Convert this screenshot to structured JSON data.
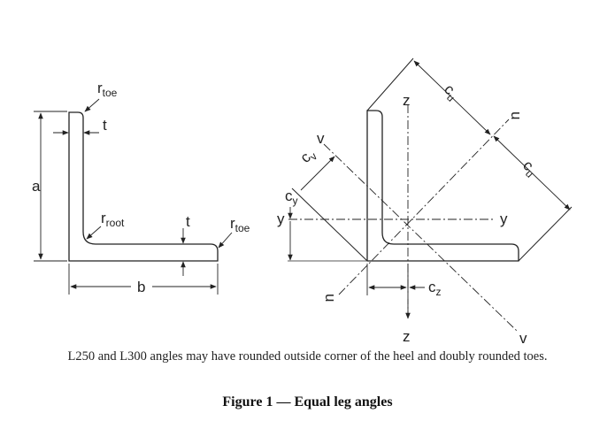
{
  "left_diagram": {
    "r_toe_top": {
      "main": "r",
      "sub": "toe"
    },
    "t_top": "t",
    "a": "a",
    "r_root": {
      "main": "r",
      "sub": "root"
    },
    "t_right": "t",
    "r_toe_right": {
      "main": "r",
      "sub": "toe"
    },
    "b": "b"
  },
  "right_diagram": {
    "z_top": "z",
    "z_bottom": "z",
    "cu_top": {
      "main": "c",
      "sub": "u"
    },
    "cu_right": {
      "main": "c",
      "sub": "u"
    },
    "u_top": "u",
    "u_bottom": "u",
    "v_top": "v",
    "v_bottom": "v",
    "cv": {
      "main": "c",
      "sub": "v"
    },
    "cy": {
      "main": "c",
      "sub": "y"
    },
    "y_left": "y",
    "y_right": "y",
    "cz": {
      "main": "c",
      "sub": "z"
    }
  },
  "note": "L250 and L300 angles may have rounded outside corner of the heel and doubly rounded toes.",
  "caption": "Figure 1 — Equal leg angles"
}
